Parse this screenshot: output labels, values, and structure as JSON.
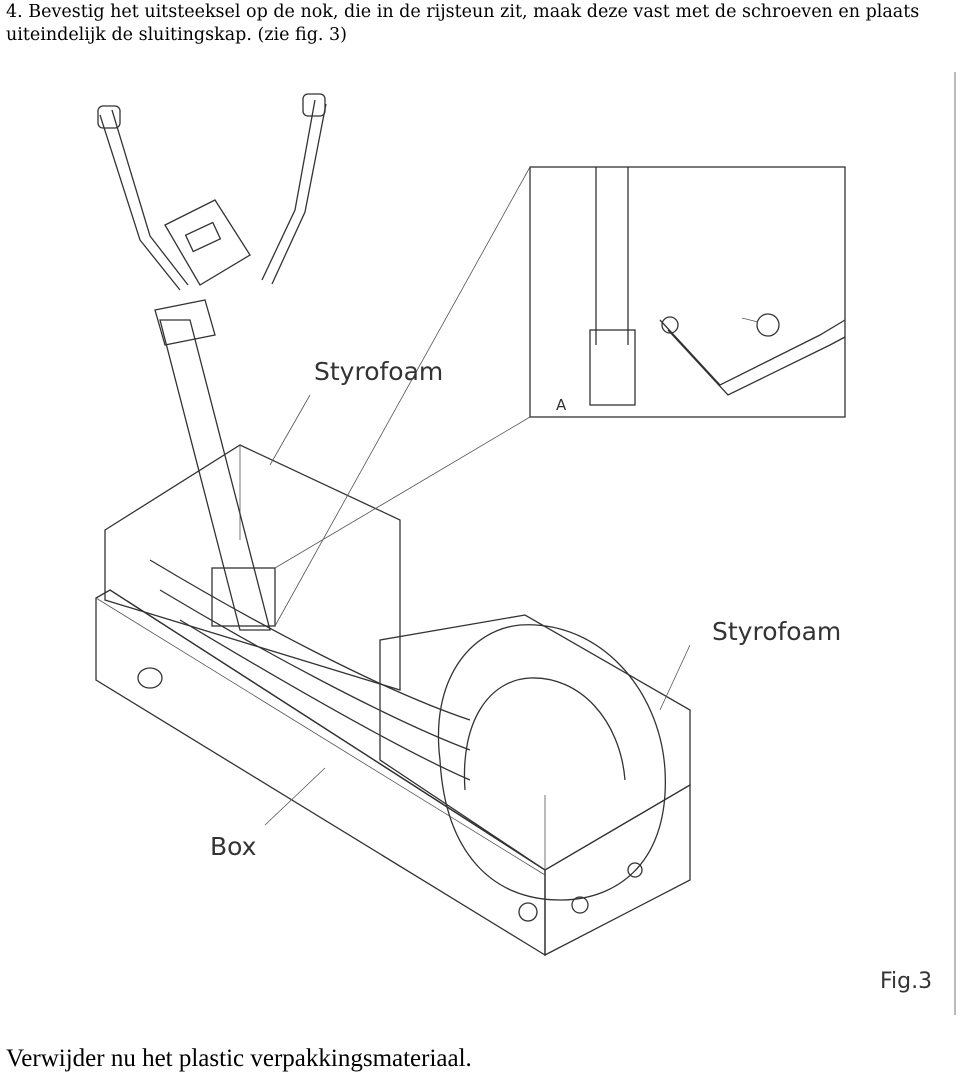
{
  "instruction": {
    "text": "4. Bevestig het uitsteeksel op de nok, die in de rijsteun zit, maak deze vast met de schroeven en plaats uiteindelijk de sluitingskap. (zie fig. 3)"
  },
  "figure": {
    "label_styrofoam_top": "Styrofoam",
    "label_styrofoam_right": "Styrofoam",
    "label_box": "Box",
    "label_detail": "A",
    "label_fig": "Fig.3"
  },
  "caption": {
    "text": "Verwijder nu het plastic verpakkingsmateriaal."
  }
}
